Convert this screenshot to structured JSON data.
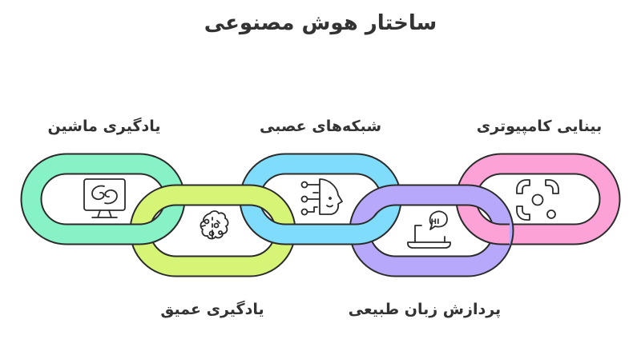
{
  "title": "ساختار هوش مصنوعی",
  "colors": {
    "machine_learning": "#86f2c6",
    "deep_learning": "#d6f577",
    "neural_networks": "#80dcfb",
    "nlp": "#b8a8fb",
    "computer_vision": "#fca2d6",
    "stroke": "#2b2b2b",
    "text": "#333333"
  },
  "links": [
    {
      "id": "machine_learning",
      "label": "یادگیری ماشین",
      "icon": "monitor-swirl-icon",
      "position": "top"
    },
    {
      "id": "deep_learning",
      "label": "یادگیری عمیق",
      "icon": "brain-cell-icon",
      "position": "bottom"
    },
    {
      "id": "neural_networks",
      "label": "شبکه‌های عصبی",
      "icon": "ai-head-circuit-icon",
      "position": "top"
    },
    {
      "id": "nlp",
      "label": "پردازش زبان طبیعی",
      "icon": "laptop-chat-hi-icon",
      "position": "bottom"
    },
    {
      "id": "computer_vision",
      "label": "بینایی کامپیوتری",
      "icon": "focus-scan-icon",
      "position": "top"
    }
  ],
  "icon_text": {
    "hi": "HI"
  }
}
